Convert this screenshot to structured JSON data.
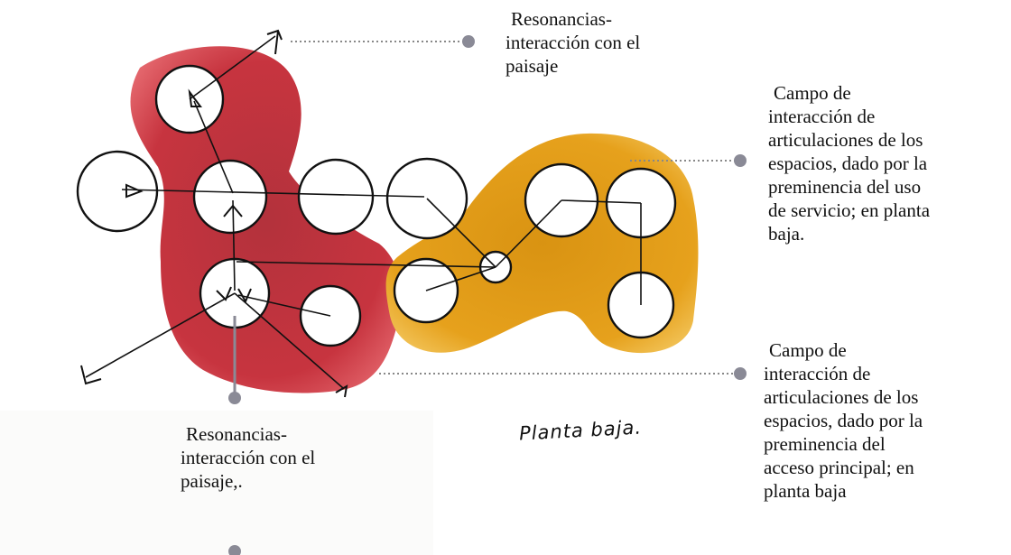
{
  "labels": {
    "top_resonance": [
      "Resonancias-",
      "interacción con el",
      "paisaje"
    ],
    "service_field": [
      "Campo de",
      "interacción de",
      "articulaciones de los",
      "espacios, dado por la",
      "preminencia del uso",
      "de servicio; en planta",
      "baja."
    ],
    "access_field": [
      "Campo de",
      "interacción de",
      "articulaciones de los",
      "espacios, dado por la",
      "preminencia del",
      "acceso principal; en",
      "planta baja"
    ],
    "bottom_resonance": [
      "Resonancias-",
      "interacción con el",
      "paisaje,."
    ]
  },
  "handwritten_caption": "Planta baja.",
  "colors": {
    "red_zone": "#c7343f",
    "yellow_zone": "#e6a11c",
    "connector": "#888888",
    "connector_dot": "#8a8a96",
    "ink": "#111111"
  }
}
